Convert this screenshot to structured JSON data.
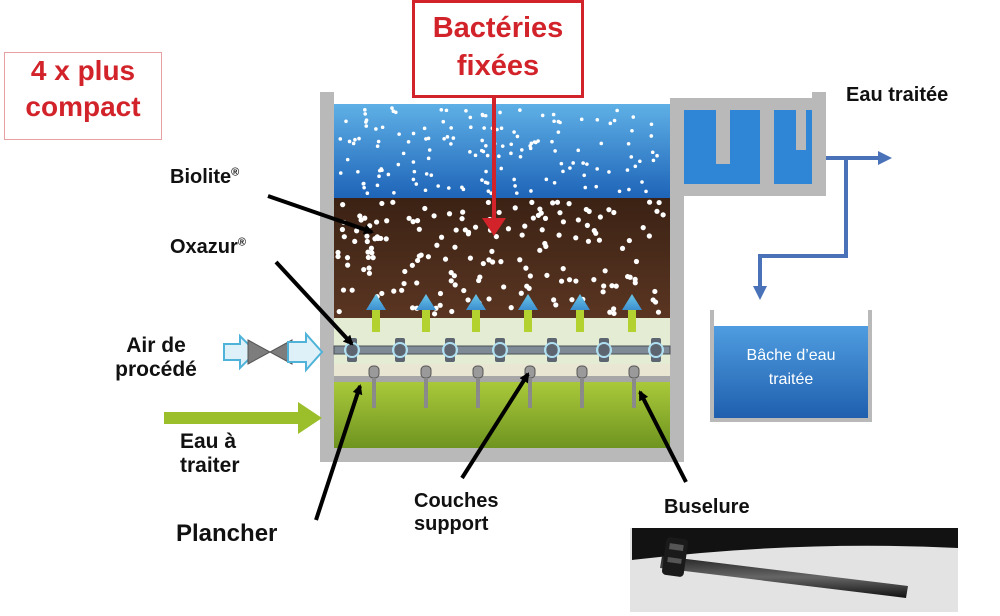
{
  "compact": {
    "line1": "4 x plus",
    "line2": "compact"
  },
  "bacteria": {
    "line1": "Bactéries",
    "line2": "fixées"
  },
  "labels": {
    "biolite": "Biolite",
    "oxazur": "Oxazur",
    "registered": "®",
    "air_line1": "Air de",
    "air_line2": "procédé",
    "eau_line1": "Eau à",
    "eau_line2": "traiter",
    "plancher": "Plancher",
    "couches_line1": "Couches",
    "couches_line2": "support",
    "buselure": "Buselure",
    "eau_traitee": "Eau traitée",
    "bache_line1": "Bâche d’eau",
    "bache_line2": "traitée"
  },
  "colors": {
    "accent_red": "#d2232a",
    "water_blue": "#3a8fd6",
    "media_brown": "#4a2a18",
    "floor_green": "#9bbf2a",
    "arrow_blue": "#4a72b8",
    "tank_grey": "#b9b9b9"
  }
}
